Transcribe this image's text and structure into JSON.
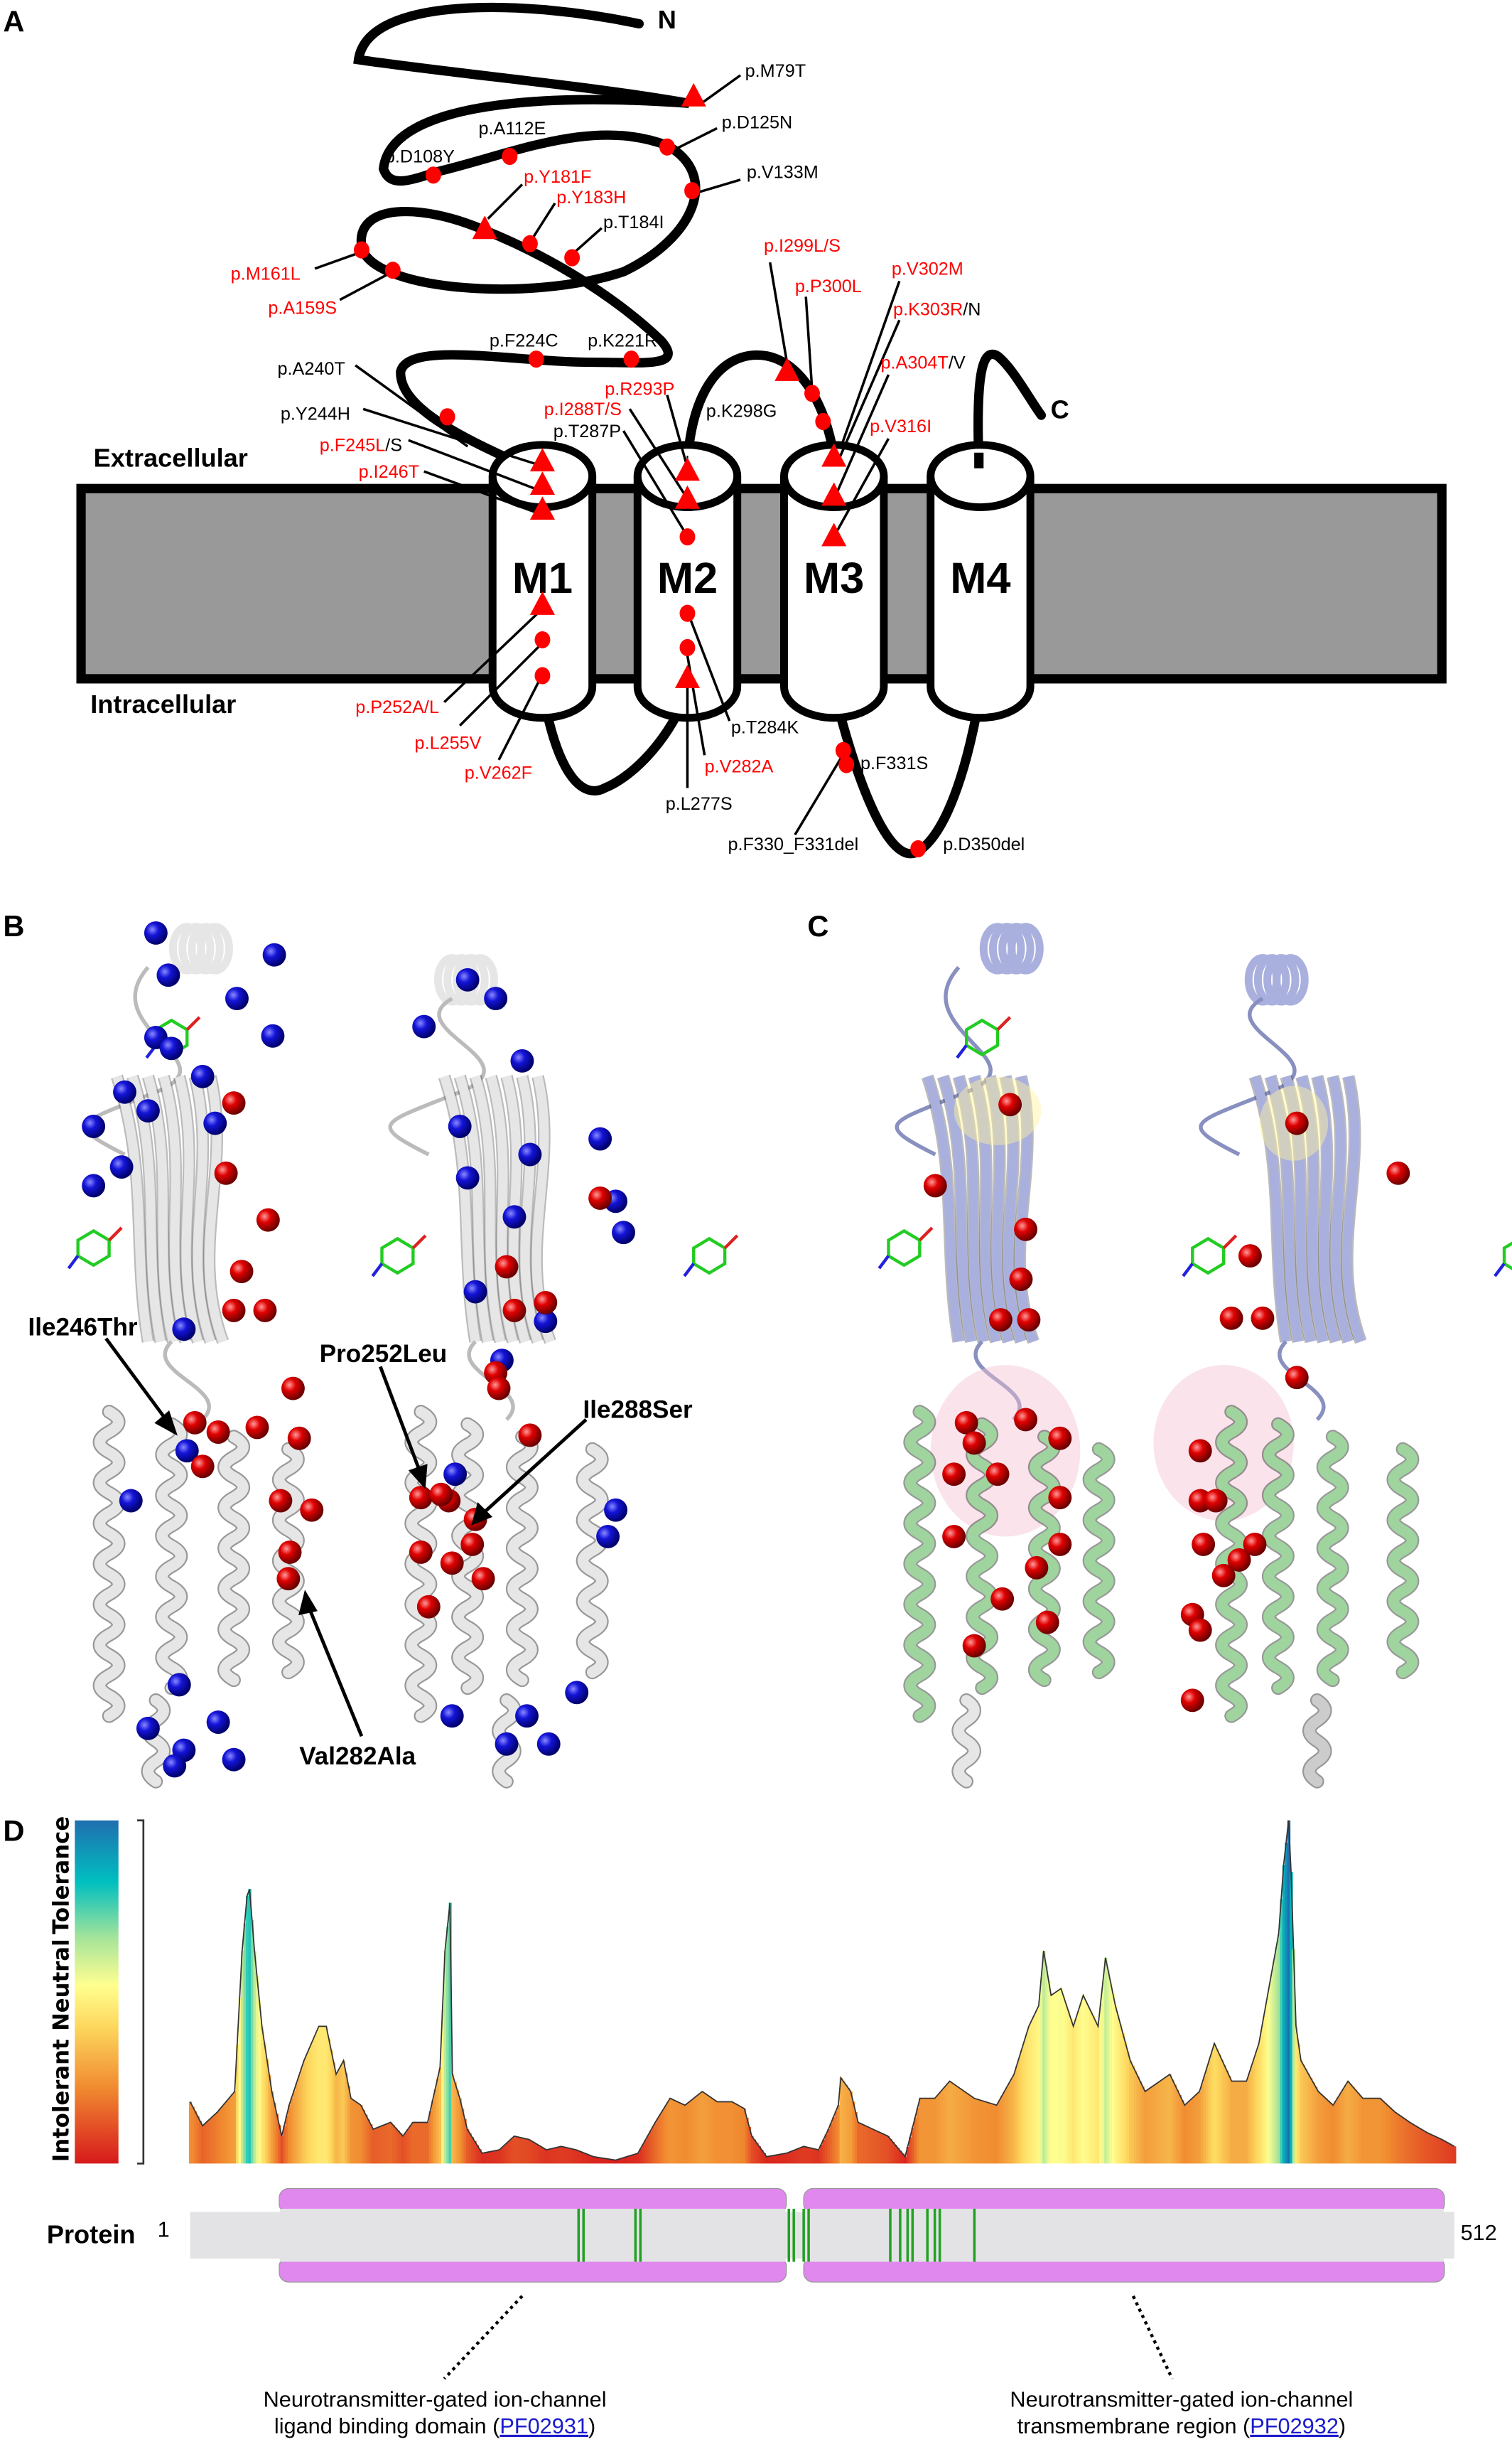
{
  "panels": {
    "a": "A",
    "b": "B",
    "c": "C",
    "d": "D"
  },
  "topology": {
    "n_terminus": "N",
    "c_terminus": "C",
    "extracellular": "Extracellular",
    "intracellular": "Intracellular",
    "segments": [
      "M1",
      "M2",
      "M3",
      "M4"
    ],
    "colors": {
      "reported": "#000000",
      "novel": "#ff0000",
      "membrane": "#999999"
    },
    "mutations": [
      {
        "red": "",
        "black": "p.M79T"
      },
      {
        "red": "",
        "black": "p.D125N"
      },
      {
        "red": "",
        "black": "p.A112E"
      },
      {
        "red": "",
        "black": "p.D108Y"
      },
      {
        "red": "",
        "black": "p.V133M"
      },
      {
        "red": "p.Y181F",
        "black": ""
      },
      {
        "red": "p.Y183H",
        "black": ""
      },
      {
        "red": "",
        "black": "p.T184I"
      },
      {
        "red": "p.M161L",
        "black": ""
      },
      {
        "red": "p.A159S",
        "black": ""
      },
      {
        "red": "",
        "black": "p.F224C"
      },
      {
        "red": "",
        "black": "p.K221R"
      },
      {
        "red": "",
        "black": "p.A240T"
      },
      {
        "red": "",
        "black": "p.Y244H"
      },
      {
        "red": "p.F245L",
        "black": "/S"
      },
      {
        "red": "p.I246T",
        "black": ""
      },
      {
        "red": "p.I288T/S",
        "black": ""
      },
      {
        "red": "",
        "black": "p.T287P"
      },
      {
        "red": "p.R293P",
        "black": ""
      },
      {
        "red": "",
        "black": "p.K298G"
      },
      {
        "red": "p.I299L/S",
        "black": ""
      },
      {
        "red": "p.P300L",
        "black": ""
      },
      {
        "red": "p.V302M",
        "black": ""
      },
      {
        "red": "p.K303R",
        "black": "/N"
      },
      {
        "red": "p.A304T",
        "black": "/V"
      },
      {
        "red": "p.V316I",
        "black": ""
      },
      {
        "red": "p.P252A/L",
        "black": ""
      },
      {
        "red": "p.L255V",
        "black": ""
      },
      {
        "red": "p.V262F",
        "black": ""
      },
      {
        "red": "",
        "black": "p.T284K"
      },
      {
        "red": "p.V282A",
        "black": ""
      },
      {
        "red": "",
        "black": "p.L277S"
      },
      {
        "red": "",
        "black": "p.F331S"
      },
      {
        "red": "",
        "black": "p.F330_F331del"
      },
      {
        "red": "",
        "black": "p.D350del"
      }
    ]
  },
  "structures": {
    "b_labels": [
      "Ile246Thr",
      "Pro252Leu",
      "Ile288Ser",
      "Val282Ala"
    ],
    "colors": {
      "benign_sphere": "#1010cc",
      "pathogenic_sphere": "#dd0000",
      "ecd": "#aab0dd",
      "tmd": "#9fd49f",
      "ribbon": "#e6e6e6"
    }
  },
  "chart_data": {
    "type": "area",
    "title": "",
    "ylabel_segments": [
      "Intolerant",
      "Neutral",
      "Tolerance"
    ],
    "xlabel": "Protein",
    "x_start_label": "1",
    "x_end_label": "512",
    "xlim": [
      1,
      512
    ],
    "ylim": [
      0,
      1
    ],
    "colorscale": [
      "#d7191c",
      "#f08a30",
      "#fdd85e",
      "#ffff90",
      "#a3e39a",
      "#00bfc0",
      "#1f6fb0"
    ],
    "residue": [
      1,
      6,
      12,
      19,
      22,
      24,
      25,
      27,
      30,
      34,
      38,
      41,
      47,
      50,
      53,
      56,
      60,
      63,
      66,
      70,
      75,
      82,
      87,
      91,
      97,
      102,
      104,
      106,
      107,
      110,
      113,
      119,
      126,
      132,
      138,
      145,
      151,
      157,
      164,
      173,
      182,
      189,
      195,
      201,
      208,
      214,
      220,
      225,
      228,
      234,
      242,
      249,
      255,
      259,
      263,
      264,
      268,
      271,
      277,
      283,
      290,
      296,
      302,
      308,
      318,
      327,
      334,
      340,
      344,
      346,
      349,
      353,
      358,
      362,
      368,
      371,
      375,
      381,
      387,
      397,
      403,
      409,
      415,
      422,
      428,
      433,
      438,
      441,
      443,
      445,
      446,
      448,
      450,
      457,
      463,
      469,
      475,
      482,
      488,
      494,
      501,
      507,
      512
    ],
    "tolerance": [
      0.18,
      0.11,
      0.15,
      0.21,
      0.62,
      0.78,
      0.8,
      0.62,
      0.4,
      0.21,
      0.08,
      0.17,
      0.3,
      0.35,
      0.4,
      0.4,
      0.26,
      0.3,
      0.19,
      0.17,
      0.1,
      0.12,
      0.08,
      0.12,
      0.12,
      0.28,
      0.62,
      0.76,
      0.26,
      0.19,
      0.1,
      0.03,
      0.04,
      0.08,
      0.07,
      0.04,
      0.05,
      0.04,
      0.02,
      0.01,
      0.03,
      0.12,
      0.19,
      0.17,
      0.21,
      0.18,
      0.18,
      0.16,
      0.08,
      0.02,
      0.03,
      0.05,
      0.04,
      0.1,
      0.17,
      0.25,
      0.21,
      0.12,
      0.1,
      0.08,
      0.02,
      0.19,
      0.19,
      0.24,
      0.19,
      0.17,
      0.26,
      0.4,
      0.46,
      0.62,
      0.49,
      0.51,
      0.4,
      0.49,
      0.4,
      0.6,
      0.46,
      0.3,
      0.21,
      0.26,
      0.17,
      0.21,
      0.35,
      0.24,
      0.24,
      0.35,
      0.55,
      0.67,
      0.87,
      1.0,
      0.85,
      0.4,
      0.3,
      0.21,
      0.17,
      0.24,
      0.19,
      0.19,
      0.15,
      0.12,
      0.09,
      0.07,
      0.05
    ],
    "variant_positions": [
      158,
      160,
      181,
      183,
      243,
      245,
      249,
      251,
      284,
      288,
      291,
      293,
      299,
      302,
      304,
      318
    ],
    "domains": [
      {
        "start": 37,
        "end": 242,
        "line1": "Neurotransmitter-gated ion-channel",
        "line2": "ligand binding domain (",
        "accession": "PF02931",
        "close": ")"
      },
      {
        "start": 249,
        "end": 508,
        "line1": "Neurotransmitter-gated ion-channel",
        "line2": "transmembrane region (",
        "accession": "PF02932",
        "close": ")"
      }
    ],
    "domain_color": "#e088ee",
    "variant_color": "#22a022"
  }
}
